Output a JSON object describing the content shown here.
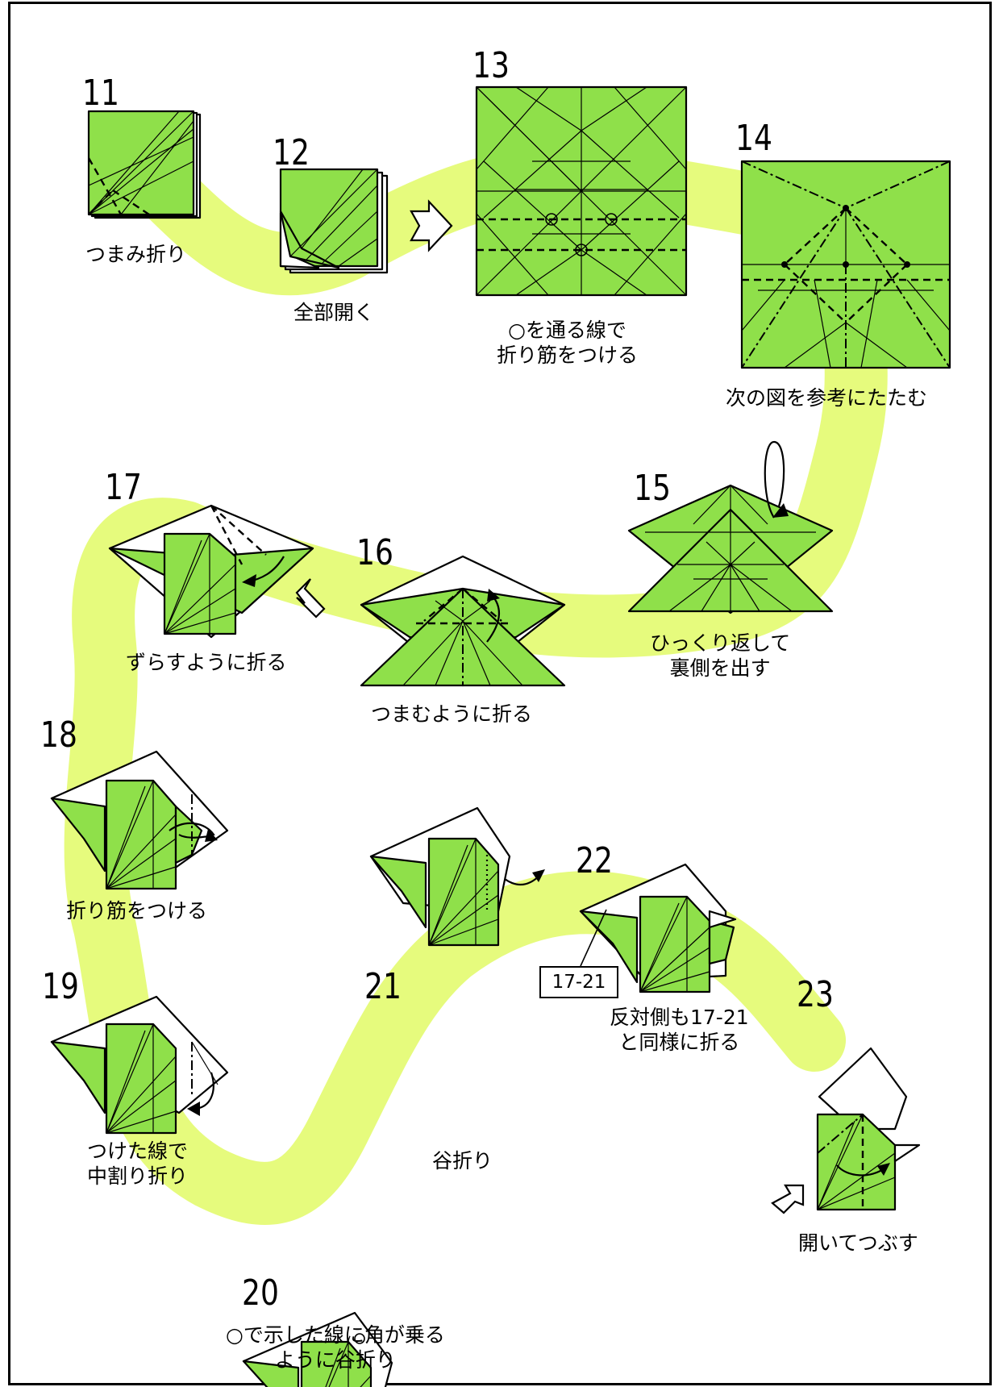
{
  "colors": {
    "paper_front": "#8fe04a",
    "paper_back": "#ffffff",
    "path_band": "#e6fb7d",
    "line": "#000000"
  },
  "steps": [
    {
      "number": "11",
      "caption": "つまみ折り"
    },
    {
      "number": "12",
      "caption": "全部開く"
    },
    {
      "number": "13",
      "caption": "○を通る線で\n折り筋をつける"
    },
    {
      "number": "14",
      "caption": "次の図を参考にたたむ"
    },
    {
      "number": "15",
      "caption": "ひっくり返して\n裏側を出す"
    },
    {
      "number": "16",
      "caption": "つまむように折る"
    },
    {
      "number": "17",
      "caption": "ずらすように折る"
    },
    {
      "number": "18",
      "caption": "折り筋をつける"
    },
    {
      "number": "19",
      "caption": "つけた線で\n中割り折り"
    },
    {
      "number": "20",
      "caption": "○で示した線に角が乗る\nように谷折り"
    },
    {
      "number": "21",
      "caption": "谷折り"
    },
    {
      "number": "22",
      "caption": "反対側も17-21\nと同様に折る"
    },
    {
      "number": "23",
      "caption": "開いてつぶす"
    }
  ],
  "reference_label": "17-21",
  "icons": [
    "repeat-steps-arrow-icon",
    "turn-over-arrow-icon",
    "push-arrow-icon"
  ]
}
